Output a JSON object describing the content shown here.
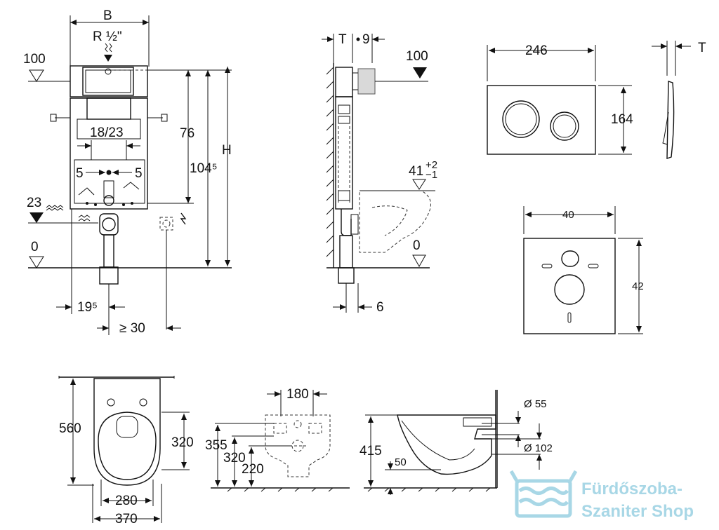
{
  "frame_front": {
    "label_B": "B",
    "label_R": "R ½\"",
    "label_100": "100",
    "label_76": "76",
    "label_1045": "104⁵",
    "label_H": "H",
    "label_1823": "18/23",
    "label_5_left": "5",
    "label_5_right": "5",
    "label_23": "23",
    "label_0": "0",
    "label_195": "19⁵",
    "label_ge30": "≥ 30"
  },
  "frame_side": {
    "label_T": "T",
    "label_9": "9",
    "label_100": "100",
    "label_41": "41",
    "label_41_tol_plus": "+2",
    "label_41_tol_minus": "−1",
    "label_0": "0",
    "label_6": "6"
  },
  "flush_plate": {
    "label_246": "246",
    "label_164": "164",
    "label_T": "T"
  },
  "wall_plate": {
    "label_40": "40",
    "label_42": "42"
  },
  "bowl_top": {
    "label_560": "560",
    "label_320": "320",
    "label_280": "280",
    "label_370": "370"
  },
  "bowl_back": {
    "label_180": "180",
    "label_355": "355",
    "label_320": "320",
    "label_220": "220"
  },
  "bowl_side": {
    "label_d55": "Ø 55",
    "label_d102": "Ø 102",
    "label_415": "415",
    "label_50": "50"
  },
  "watermark": {
    "line1": "Fürdőszoba-",
    "line2": "Szaniter Shop",
    "color": "#a8d7e6"
  }
}
